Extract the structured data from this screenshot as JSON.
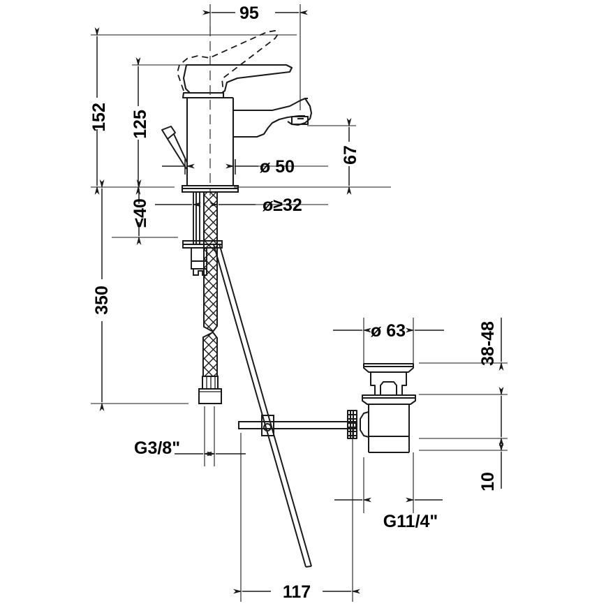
{
  "drawing": {
    "title": "Single lever basin mixer technical dimension drawing",
    "units": "mm",
    "line_color": "#1a1a1a",
    "background_color": "#ffffff"
  },
  "dimensions": {
    "spout_reach": "95",
    "total_height": "152",
    "handle_height": "125",
    "spout_outlet_height": "67",
    "body_diameter": "ø 50",
    "hole_diameter": "ø≥32",
    "deck_thickness": "≤40",
    "hose_length": "350",
    "supply_thread": "G3/8\"",
    "rod_offset": "117",
    "drain_flange_diameter": "ø 63",
    "drain_upper_range": "38-48",
    "drain_lower": "10",
    "drain_thread": "G11/4\""
  },
  "labels": [
    {
      "id": "dim-95",
      "text": "95",
      "kind": "horizontal"
    },
    {
      "id": "dim-152",
      "text": "152",
      "kind": "vertical"
    },
    {
      "id": "dim-125",
      "text": "125",
      "kind": "vertical"
    },
    {
      "id": "dim-67",
      "text": "67",
      "kind": "vertical"
    },
    {
      "id": "dim-d50",
      "text": "ø 50",
      "kind": "horizontal"
    },
    {
      "id": "dim-d32",
      "text": "ø≥32",
      "kind": "horizontal"
    },
    {
      "id": "dim-40",
      "text": "≤40",
      "kind": "vertical"
    },
    {
      "id": "dim-350",
      "text": "350",
      "kind": "vertical"
    },
    {
      "id": "dim-g38",
      "text": "G3/8\"",
      "kind": "horizontal"
    },
    {
      "id": "dim-117",
      "text": "117",
      "kind": "horizontal"
    },
    {
      "id": "dim-d63",
      "text": "ø 63",
      "kind": "horizontal"
    },
    {
      "id": "dim-3848",
      "text": "38-48",
      "kind": "vertical"
    },
    {
      "id": "dim-10",
      "text": "10",
      "kind": "vertical"
    },
    {
      "id": "dim-g114",
      "text": "G11/4\"",
      "kind": "horizontal"
    }
  ]
}
